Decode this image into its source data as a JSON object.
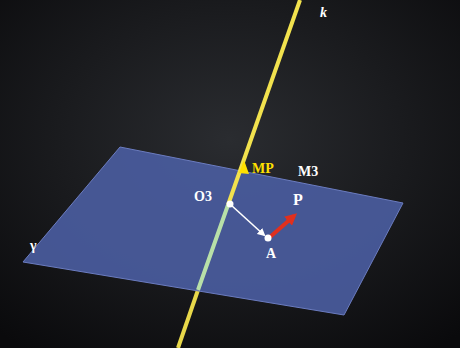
{
  "diagram": {
    "labels": [
      "k",
      "MP",
      "M3",
      "O3",
      "P",
      "A",
      "γ"
    ]
  }
}
